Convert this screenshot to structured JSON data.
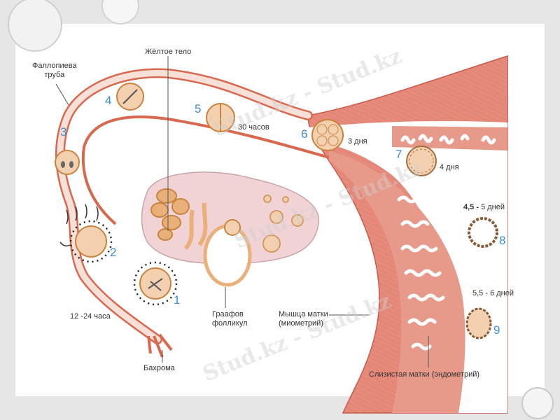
{
  "labels": {
    "fallopian_tube": "Фаллопиева\nтруба",
    "corpus_luteum": "Жёлтое тело",
    "hours_30": "30 часов",
    "days_3": "3 дня",
    "days_4": "4 дня",
    "days_4_5_bold": "4,5 -",
    "days_4_5_rest": " 5 дней",
    "days_5_5": "5,5 - 6 дней",
    "hours_12_24": "12 -24 часа",
    "graafian_follicle": "Граафов\nфолликул",
    "myometrium": "Мышца матки\n(миометрий)",
    "fimbriae": "Бахрома",
    "endometrium": "Слизистая матки (эндометрий)"
  },
  "stages": [
    "1",
    "2",
    "3",
    "4",
    "5",
    "6",
    "7",
    "8",
    "9"
  ],
  "watermark": "Stud.kz - Stud.kz",
  "colors": {
    "tube": "#d8694f",
    "tube_fill": "#f6e0d8",
    "uterus_muscle": "#e68a7c",
    "endometrium": "#e89a8a",
    "ovary": "#f1d3d6",
    "cell": "#f3d1b0",
    "stage_number": "#3d8fd4"
  }
}
